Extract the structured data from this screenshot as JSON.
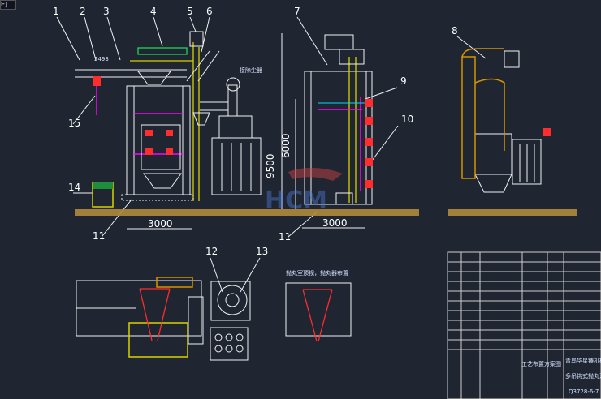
{
  "window": {
    "corner_label": "E]"
  },
  "annotations": {
    "numbers": [
      "1",
      "2",
      "3",
      "4",
      "5",
      "6",
      "7",
      "8",
      "9",
      "10",
      "11",
      "12",
      "13",
      "14",
      "15",
      "11"
    ],
    "dim_2493": "2493",
    "dim_3000_left": "3000",
    "dim_3000_right": "3000",
    "dim_9500": "9500",
    "dim_6000": "6000",
    "label_collector": "接除尘器",
    "label_bottom_note": "抛丸室顶视，抛丸器布置"
  },
  "title_block": {
    "company": "青岛华星铸机械有限公司",
    "drawing_title": "工艺布置方案图",
    "drawing_number": "Q3728-6-7",
    "drawing_caption": "多吊钩式抛丸清理机"
  },
  "colors": {
    "background": "#1f2531",
    "white": "#f2f2f2",
    "cyan": "#00d9ff",
    "yellow": "#d8d100",
    "orange": "#d79400",
    "green": "#22e15a",
    "red": "#ff2d2d",
    "magenta": "#ff00ff",
    "ground": "#b08a3c",
    "watermark_blue": "#4d7bd6",
    "watermark_red": "#d94646"
  },
  "watermark": {
    "text": "HCM",
    "note": "faint logo over center"
  }
}
